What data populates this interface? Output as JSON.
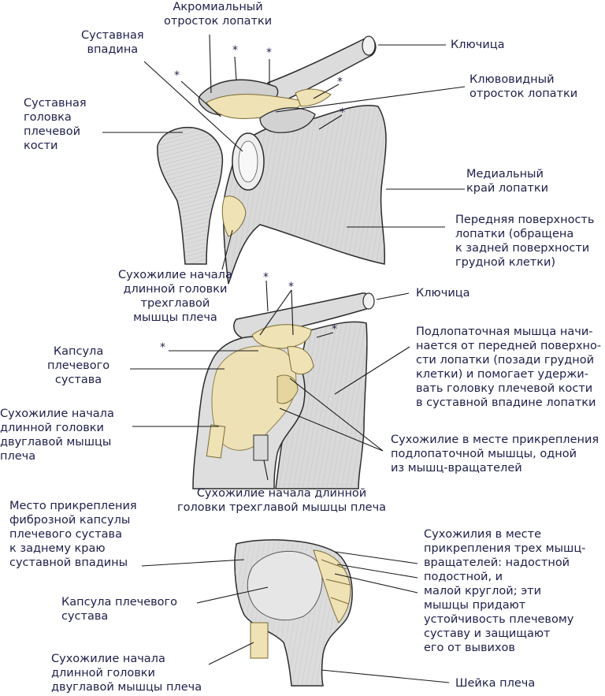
{
  "colors": {
    "bone": "#d6d6d6",
    "bone_light": "#ececec",
    "bone_shadow": "#9a9a9a",
    "ligament": "#efe2b4",
    "ligament_dark": "#d9c585",
    "outline": "#2b2b2b",
    "leader": "#1a1a1a",
    "text": "#1d1f4a"
  },
  "star": "*",
  "top_view": {
    "acromion": "Акромиальный\nотросток лопатки",
    "glenoid": "Суставная\nвпадина",
    "clavicle": "Ключица",
    "coracoid": "Клювовидный\nотросток лопатки",
    "humeral_head": "Суставная\nголовка\nплечевой\nкости",
    "medial_border": "Медиальный\nкрай лопатки",
    "anterior_surface": "Передняя поверхность\nлопатки (обращена\nк задней поверхности\nгрудной клетки)",
    "triceps_tendon": "Сухожилие начала\nдлинной головки\nтрехглавой\nмышцы плеча"
  },
  "middle_view": {
    "clavicle": "Ключица",
    "subscapularis": "Подлопаточная мышца начи-\nнается от передней поверхно-\nсти лопатки (позади грудной\nклетки) и помогает удержи-\nвать головку плечевой кости\nв суставной впадине лопатки",
    "capsule": "Капсула\nплечевого\nсустава",
    "biceps_tendon": "Сухожилие начала\nдлинной головки\nдвуглавой мышцы\nплеча",
    "subscap_tendon": "Сухожилие в месте прикрепления\nподлопаточной мышцы, одной\nиз мышц-вращателей",
    "triceps_tendon": "Сухожилие начала длинной\nголовки трехглавой мышцы плеча"
  },
  "bottom_view": {
    "capsule_attachment": "Место прикрепления\nфиброзной капсулы\nплечевого сустава\nк заднему краю\nсуставной впадины",
    "rotator_tendons": "Сухожилия в месте\nприкрепления трех мышц-\nвращателей: надостной\nподостной, и\nмалой круглой; эти\nмышцы придают\nустойчивость плечевому\nсуставу и защищают\nего от вывихов",
    "capsule": "Капсула плечевого\nсустава",
    "biceps_tendon": "Сухожилие начала\nдлинной головки\nдвуглавой мышцы плеча",
    "neck": "Шейка плеча"
  }
}
